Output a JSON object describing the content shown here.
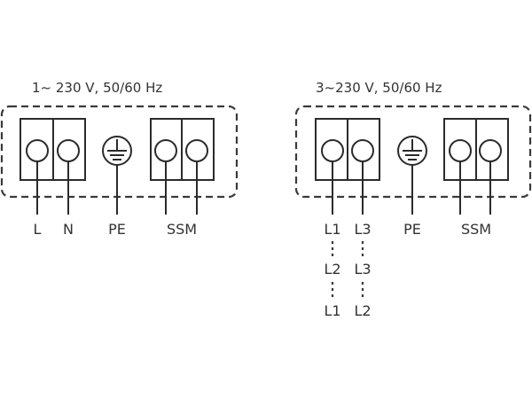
{
  "diagram": {
    "panels": [
      {
        "id": "single-phase",
        "title": "1~ 230 V, 50/60 Hz",
        "terminals": [
          {
            "label": "L"
          },
          {
            "label": "N"
          },
          {
            "label": "PE",
            "type": "ground"
          },
          {
            "label": "SSM",
            "count": 2
          }
        ],
        "labels": {
          "l": "L",
          "n": "N",
          "pe": "PE",
          "ssm": "SSM"
        }
      },
      {
        "id": "three-phase",
        "title": "3~230 V, 50/60 Hz",
        "terminals": [
          {
            "label": "L1"
          },
          {
            "label": "L3"
          },
          {
            "label": "PE",
            "type": "ground"
          },
          {
            "label": "SSM",
            "count": 2
          }
        ],
        "labels": {
          "a": "L1",
          "b": "L3",
          "pe": "PE",
          "ssm": "SSM"
        },
        "alternatives": [
          {
            "a": "L1",
            "b": "L3"
          },
          {
            "a": "L2",
            "b": "L3"
          },
          {
            "a": "L1",
            "b": "L2"
          }
        ]
      }
    ]
  }
}
